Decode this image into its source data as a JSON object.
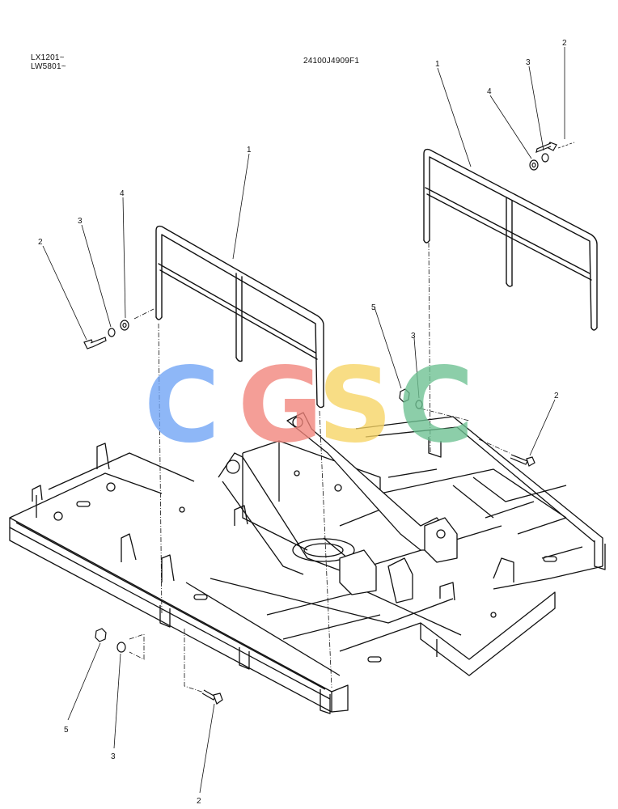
{
  "header": {
    "model_line_1": "LX1201~",
    "model_line_2": "LW5801~",
    "part_code": "24100J4909F1"
  },
  "watermark": {
    "letters": [
      "C",
      "G",
      "S",
      "C"
    ],
    "colors": [
      "#6fa3f5",
      "#f1847a",
      "#f7d464",
      "#6cc191"
    ]
  },
  "callouts": {
    "guard_left_no": "1",
    "guard_right_no": "1",
    "bolt_upper_left_no": "2",
    "spring_washer_upper_left_no": "3",
    "washer_upper_left_no": "4",
    "bolt_upper_right_no": "2",
    "spring_washer_upper_right_no": "3",
    "washer_upper_right_no": "4",
    "nut_mid_no": "5",
    "spring_washer_mid_no": "3",
    "bolt_mid_right_no": "2",
    "nut_lower_left_no": "5",
    "spring_washer_lower_left_no": "3",
    "bolt_lower_no": "2"
  }
}
